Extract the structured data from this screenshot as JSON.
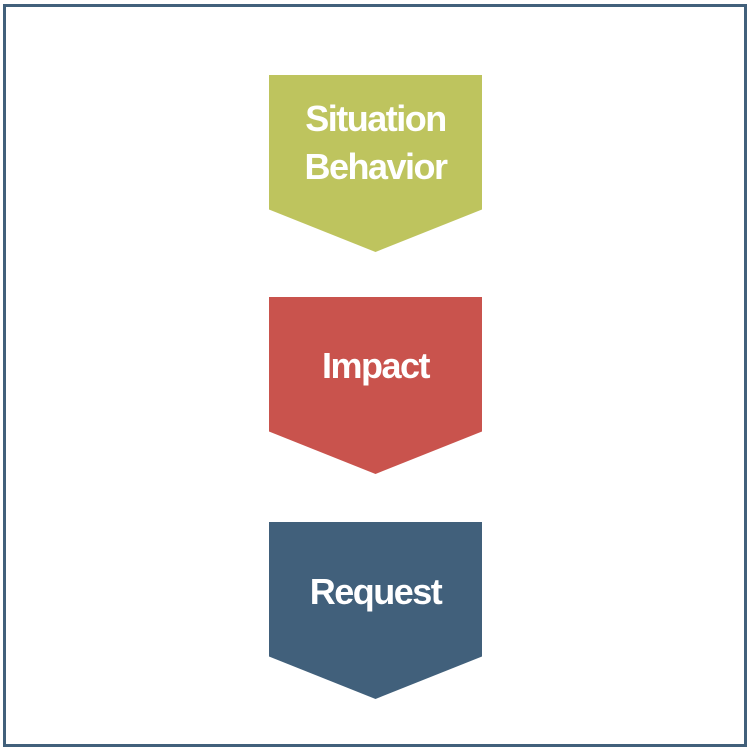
{
  "steps": [
    {
      "lines": [
        "Situation",
        "Behavior"
      ],
      "color": "#bec45e"
    },
    {
      "lines": [
        "Impact"
      ],
      "color": "#c9534d"
    },
    {
      "lines": [
        "Request"
      ],
      "color": "#41607b"
    }
  ],
  "frame": {
    "border_color": "#41607b"
  }
}
